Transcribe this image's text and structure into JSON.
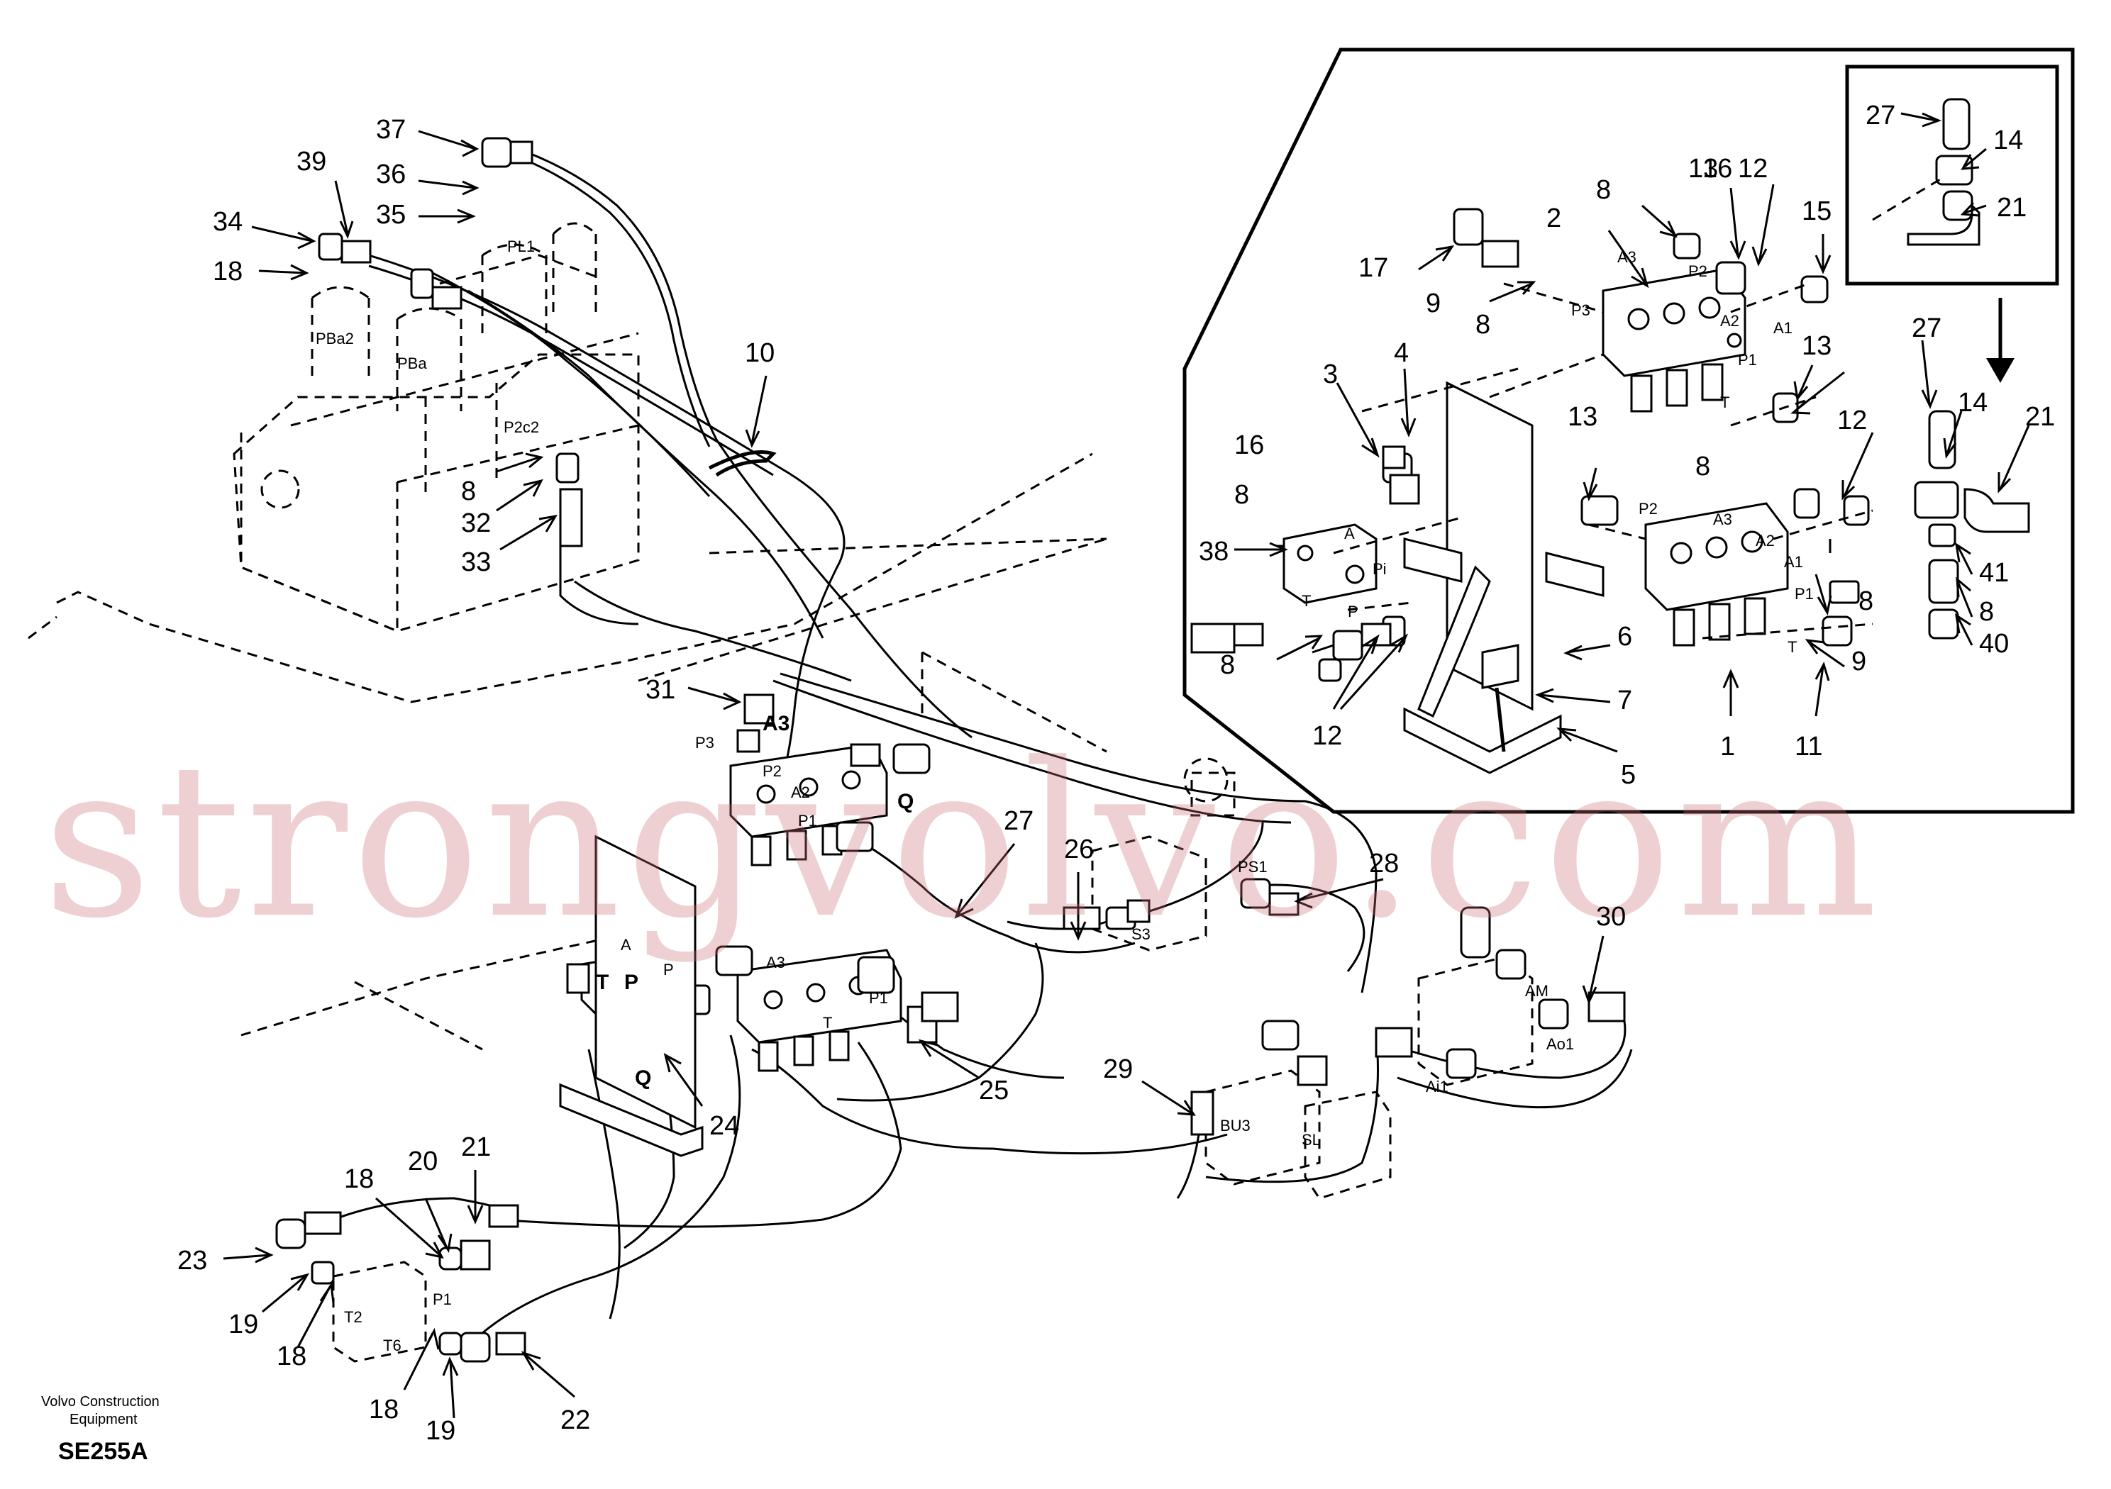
{
  "callouts": {
    "c37": "37",
    "c39": "39",
    "c36": "36",
    "c35": "35",
    "c34": "34",
    "c18a": "18",
    "c10": "10",
    "c8a": "8",
    "c32": "32",
    "c33": "33",
    "c31": "31",
    "c27a": "27",
    "c26": "26",
    "c28": "28",
    "c30": "30",
    "c24": "24",
    "c25": "25",
    "c29": "29",
    "c18b": "18",
    "c20": "20",
    "c21a": "21",
    "c23": "23",
    "c19a": "19",
    "c18c": "18",
    "c18d": "18",
    "c19b": "19",
    "c22": "22",
    "d16a": "16",
    "d13a": "13",
    "d12a": "12",
    "d8a": "8",
    "d15": "15",
    "d2": "2",
    "d17": "17",
    "d9a": "9",
    "d8b": "8",
    "d3": "3",
    "d4": "4",
    "d16b": "16",
    "d8c": "8",
    "d38": "38",
    "d8d": "8",
    "d12b": "12",
    "d13b": "13",
    "d12c": "12",
    "d8e": "8",
    "d13c": "13",
    "d6": "6",
    "d7": "7",
    "d5": "5",
    "d1": "1",
    "d11": "11",
    "d9b": "9",
    "d8f": "8",
    "d27": "27",
    "d14": "14",
    "d21": "21",
    "d41": "41",
    "d8g": "8",
    "d40": "40",
    "i27": "27",
    "i14": "14",
    "i21": "21"
  },
  "port_labels": {
    "pl1": "PL1",
    "pba2": "PBa2",
    "pba": "PBa",
    "p2c2": "P2c2",
    "p3": "P3",
    "a3": "A3",
    "p2": "P2",
    "a2": "A2",
    "p1": "P1",
    "q1": "Q",
    "a3b": "A3",
    "p1b": "P1",
    "t1": "T",
    "a": "A",
    "tb": "T",
    "pb": "P",
    "pc": "P",
    "q2": "Q",
    "s3": "S3",
    "ps1": "PS1",
    "am": "AM",
    "ao1": "Ao1",
    "ai1": "Ai1",
    "bu3": "BU3",
    "sl": "SL",
    "t2": "T2",
    "t6": "T6",
    "p1c": "P1",
    "da3": "A3",
    "dp2": "P2",
    "dp3": "P3",
    "da2": "A2",
    "da1": "A1",
    "dp1": "P1",
    "dt": "T",
    "dp2b": "P2",
    "da3b": "A3",
    "da2b": "A2",
    "da1b": "A1",
    "dp1b": "P1",
    "dtb": "T",
    "da": "A",
    "dpi": "Pi",
    "dt3": "T",
    "dp3b": "P"
  },
  "watermark": "strongvolvo.com",
  "footer": {
    "brand_line1": "Volvo Construction",
    "brand_line2": "Equipment",
    "figure_code": "SE255A"
  }
}
